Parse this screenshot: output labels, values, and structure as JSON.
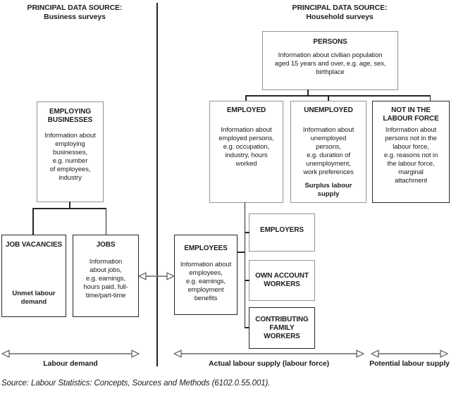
{
  "headers": {
    "business": {
      "line1": "PRINCIPAL DATA SOURCE:",
      "line2": "Business surveys"
    },
    "household": {
      "line1": "PRINCIPAL DATA SOURCE:",
      "line2": "Household surveys"
    }
  },
  "boxes": {
    "persons": {
      "title": "PERSONS",
      "body": [
        "Information about civilian population",
        "aged 15 years and over, e.g. age, sex,",
        "birthplace"
      ]
    },
    "employing_businesses": {
      "title": [
        "EMPLOYING",
        "BUSINESSES"
      ],
      "body": [
        "Information about",
        "employing",
        "businesses,",
        "e.g. number",
        "of employees,",
        "industry"
      ]
    },
    "employed": {
      "title": "EMPLOYED",
      "body": [
        "Information about",
        "employed persons,",
        "e.g. occupation,",
        "industry, hours",
        "worked"
      ]
    },
    "unemployed": {
      "title": "UNEMPLOYED",
      "body": [
        "Information about",
        "unemployed",
        "persons,",
        "e.g. duration of",
        "unemployment,",
        "work preferences"
      ],
      "footer": [
        "Surplus labour",
        "supply"
      ]
    },
    "not_in_labour_force": {
      "title": [
        "NOT IN THE",
        "LABOUR FORCE"
      ],
      "body": [
        "Information about",
        "persons not in the",
        "labour force,",
        "e.g. reasons not in",
        "the labour force,",
        "marginal",
        "attachment"
      ]
    },
    "job_vacancies": {
      "title": "JOB VACANCIES",
      "footer": [
        "Unmet labour",
        "demand"
      ]
    },
    "jobs": {
      "title": "JOBS",
      "body": [
        "Information",
        "about jobs,",
        "e.g. earnings,",
        "hours paid, full-",
        "time/part-time"
      ]
    },
    "employees": {
      "title": "EMPLOYEES",
      "body": [
        "Information about",
        "employees,",
        "e.g. earnings,",
        "employment",
        "benefits"
      ]
    },
    "employers": {
      "title": "EMPLOYERS"
    },
    "own_account_workers": {
      "title": [
        "OWN ACCOUNT",
        "WORKERS"
      ]
    },
    "contributing_family_workers": {
      "title": [
        "CONTRIBUTING",
        "FAMILY",
        "WORKERS"
      ]
    }
  },
  "arrows": {
    "labour_demand": "Labour demand",
    "actual_labour_supply": "Actual labour supply (labour force)",
    "potential_labour_supply": "Potential labour supply"
  },
  "source_note": "Source: Labour Statistics: Concepts, Sources and Methods (6102.0.55.001).",
  "colors": {
    "line_dark": "#262626",
    "border_gray": "#949494",
    "arrow_gray": "#7d7a76"
  }
}
